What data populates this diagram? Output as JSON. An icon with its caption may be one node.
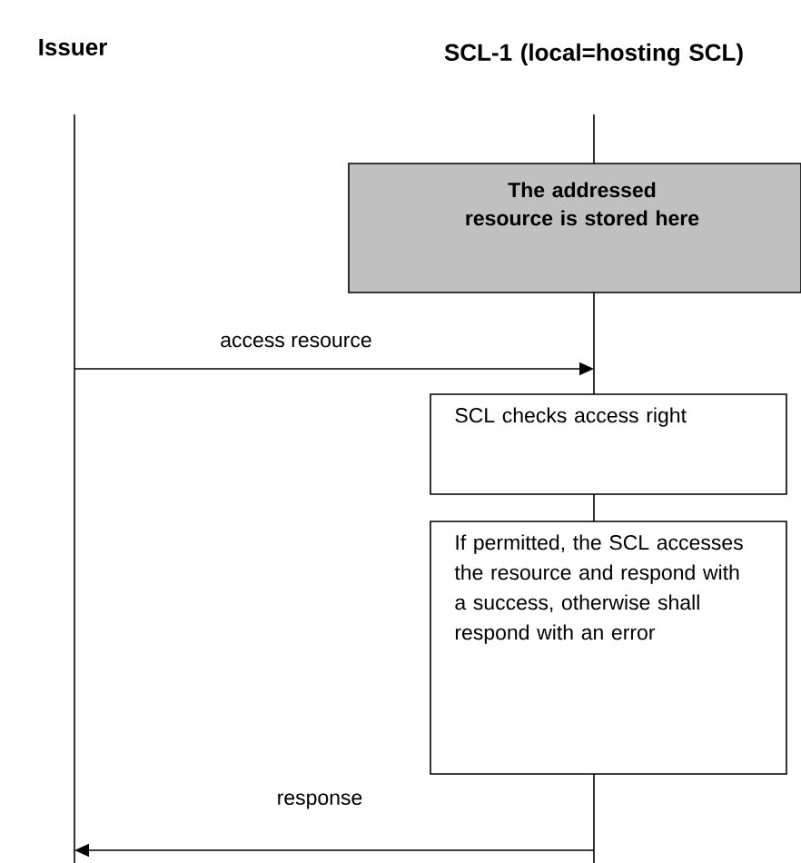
{
  "diagram": {
    "nodes": [
      {
        "text": [
          "Issuer"
        ]
      },
      {
        "text": [
          "SCL-1 (local=hosting SCL)"
        ]
      },
      {
        "text": [
          "The addressed resource is stored here"
        ]
      },
      {
        "text": [
          "SCL checks access right"
        ]
      },
      {
        "text": [
          "If permitted, the SCL accesses the resource and respond with a success, otherwise shall respond with an error"
        ]
      }
    ],
    "edges": [
      {
        "from": 0,
        "to": 1,
        "arrow": "to",
        "label": "access resource"
      },
      {
        "from": 1,
        "to": 0,
        "arrow": "to",
        "label": "response"
      }
    ]
  }
}
